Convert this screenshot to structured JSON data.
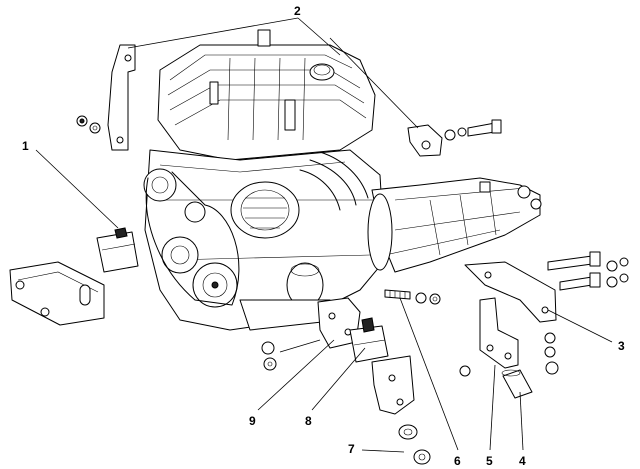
{
  "figure": {
    "callouts": [
      {
        "id": "1",
        "label": "1"
      },
      {
        "id": "2",
        "label": "2"
      },
      {
        "id": "3",
        "label": "3"
      },
      {
        "id": "4",
        "label": "4"
      },
      {
        "id": "5",
        "label": "5"
      },
      {
        "id": "6",
        "label": "6"
      },
      {
        "id": "7",
        "label": "7"
      },
      {
        "id": "8",
        "label": "8"
      },
      {
        "id": "9",
        "label": "9"
      }
    ]
  }
}
